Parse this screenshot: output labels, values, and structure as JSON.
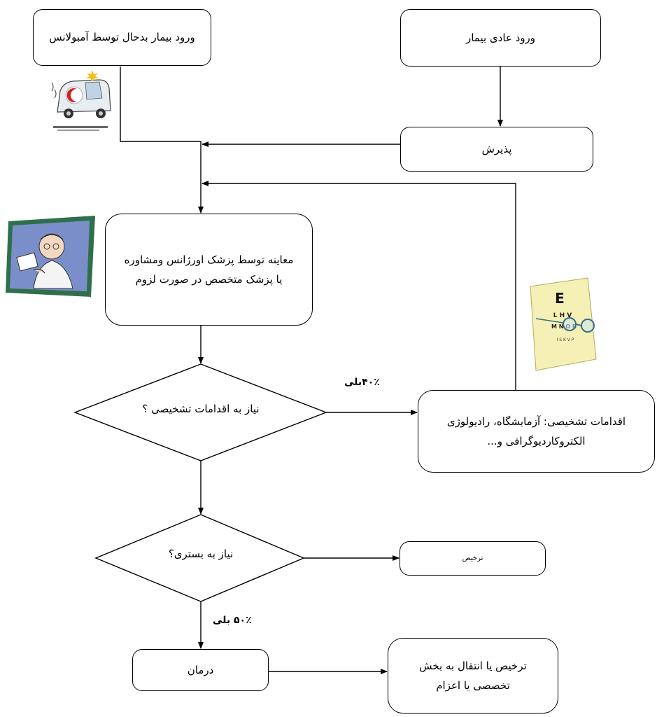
{
  "nodes": {
    "ambulance_entry": "ورود بیمار بدحال توسط آمبولانس",
    "normal_entry": "ورود عادی بیمار",
    "admission": "پذیرش",
    "examination": "معاینه  توسط  پزشک اورژانس ومشاوره\nیا پزشک متخصص در صورت لزوم",
    "diagnostic_procedures": "اقدامات تشخیصی:   آزمایشگاه، رادیولوژی\nالکتروکاردیوگرافی و...",
    "discharge": "ترخیص",
    "treatment": "درمان",
    "final_outcome": "ترخیص یا انتقال به بخش\nتخصصی یا اعزام"
  },
  "decisions": {
    "need_diagnostic": "نیاز به اقدامات تشخیصی ؟",
    "need_admission": "نیاز به بستری؟"
  },
  "edge_labels": {
    "diagnostic_yes": "۴۰٪بلی",
    "admission_yes": "۵۰٪ بلی"
  },
  "images": {
    "ambulance": "ambulance-icon",
    "doctor": "doctor-icon",
    "eye_chart": "eye-chart-icon"
  },
  "eye_chart_letters": [
    "E",
    "L H V",
    "M N O B",
    "I S K V P"
  ]
}
